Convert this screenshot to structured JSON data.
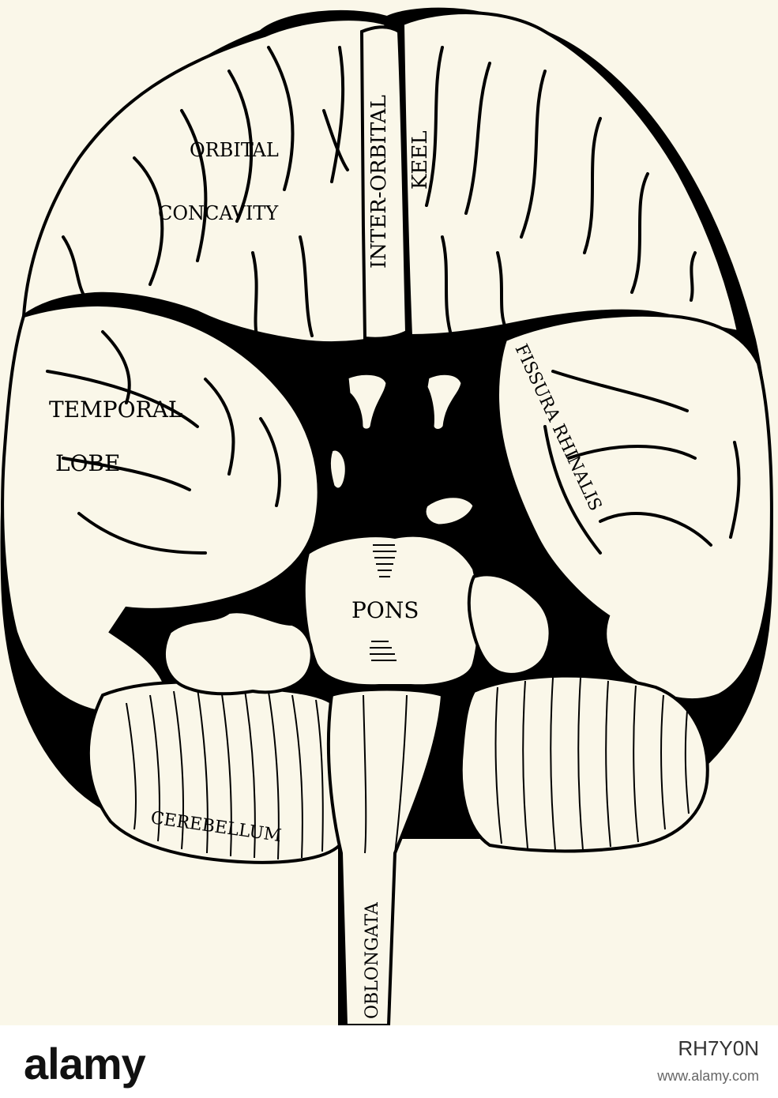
{
  "labels": {
    "orbital": "ORBITAL",
    "concavity": "CONCAVITY",
    "inter_orbital": "INTER-ORBITAL",
    "keel": "KEEL",
    "temporal": "TEMPORAL",
    "lobe": "LOBE",
    "fissura_rhinalis": "FISSURA RHINALIS",
    "pons": "PONS",
    "cerebellum": "CEREBELLUM",
    "oblongata": "OBLONGATA"
  },
  "watermark": {
    "logo": "alamy",
    "image_id": "RH7Y0N",
    "url": "www.alamy.com"
  },
  "colors": {
    "paper": "#faf7e9",
    "ink": "#000000"
  }
}
